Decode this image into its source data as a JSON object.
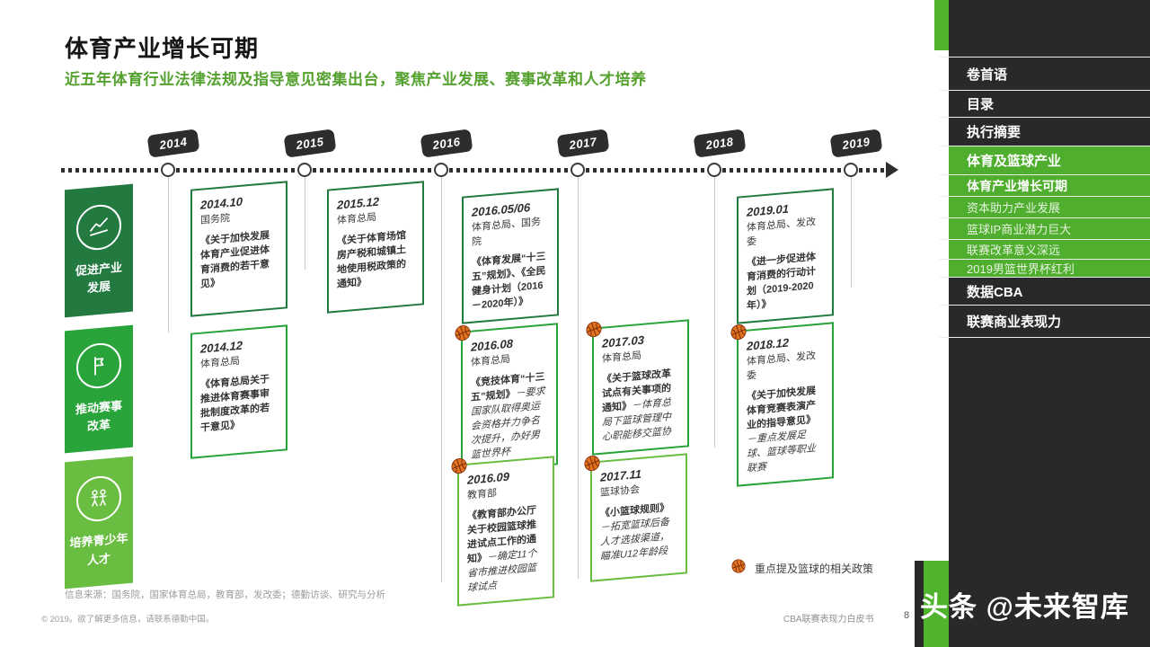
{
  "page": {
    "title": "体育产业增长可期",
    "subtitle": "近五年体育行业法律法规及指导意见密集出台，聚焦产业发展、赛事改革和人才培养"
  },
  "timeline": {
    "years": [
      "2014",
      "2015",
      "2016",
      "2017",
      "2018",
      "2019"
    ]
  },
  "categories": [
    {
      "label_lines": [
        "促进产业",
        "发展"
      ],
      "icon": "trend-chart-icon",
      "color": "#237a41"
    },
    {
      "label_lines": [
        "推动赛事",
        "改革"
      ],
      "icon": "flag-icon",
      "color": "#28a43a"
    },
    {
      "label_lines": [
        "培养青少年",
        "人才"
      ],
      "icon": "people-icon",
      "color": "#69bd40"
    }
  ],
  "cards": [
    {
      "date": "2014.10",
      "org": "国务院",
      "title": "《关于加快发展体育产业促进体育消费的若干意见》",
      "note": "",
      "basketball": false,
      "category": 0
    },
    {
      "date": "2015.12",
      "org": "体育总局",
      "title": "《关于体育场馆房产税和城镇土地使用税政策的通知》",
      "note": "",
      "basketball": false,
      "category": 0
    },
    {
      "date": "2016.05/06",
      "org": "体育总局、国务院",
      "title": "《体育发展“十三五”规划》、《全民健身计划（2016－2020年）》",
      "note": "",
      "basketball": false,
      "category": 0
    },
    {
      "date": "2019.01",
      "org": "体育总局、发改委",
      "title": "《进一步促进体育消费的行动计划（2019-2020年）》",
      "note": "",
      "basketball": false,
      "category": 0
    },
    {
      "date": "2014.12",
      "org": "体育总局",
      "title": "《体育总局关于推进体育赛事审批制度改革的若干意见》",
      "note": "",
      "basketball": false,
      "category": 1
    },
    {
      "date": "2016.08",
      "org": "体育总局",
      "title": "《竞技体育“十三五”规划》",
      "note": "－要求国家队取得奥运会资格并力争名次提升，办好男篮世界杯",
      "basketball": true,
      "category": 1
    },
    {
      "date": "2017.03",
      "org": "体育总局",
      "title": "《关于篮球改革试点有关事项的通知》",
      "note": "－体育总局下篮球管理中心职能移交篮协",
      "basketball": true,
      "category": 1
    },
    {
      "date": "2018.12",
      "org": "体育总局、发改委",
      "title": "《关于加快发展体育竞赛表演产业的指导意见》",
      "note": "－重点发展足球、篮球等职业联赛",
      "basketball": true,
      "category": 1
    },
    {
      "date": "2016.09",
      "org": "教育部",
      "title": "《教育部办公厅关于校园篮球推进试点工作的通知》",
      "note": "－确定11个省市推进校园篮球试点",
      "basketball": true,
      "category": 2
    },
    {
      "date": "2017.11",
      "org": "篮球协会",
      "title": "《小篮球规则》",
      "note": "－拓宽篮球后备人才选拔渠道，瞄准U12年龄段",
      "basketball": true,
      "category": 2
    }
  ],
  "legend": {
    "label": "重点提及篮球的相关政策",
    "icon": "basketball-icon"
  },
  "sidebar": {
    "items": [
      {
        "label": "卷首语",
        "variant": "dark",
        "active": false
      },
      {
        "label": "目录",
        "variant": "dark",
        "active": false
      },
      {
        "label": "执行摘要",
        "variant": "dark",
        "active": false
      },
      {
        "label": "体育及篮球产业",
        "variant": "green-strong",
        "active": false
      },
      {
        "label": "体育产业增长可期",
        "variant": "green-strong",
        "active": true
      },
      {
        "label": "资本助力产业发展",
        "variant": "green-sub",
        "active": false
      },
      {
        "label": "篮球IP商业潜力巨大",
        "variant": "green-sub",
        "active": false
      },
      {
        "label": "联赛改革意义深远",
        "variant": "green-sub",
        "active": false
      },
      {
        "label": "2019男篮世界杯红利",
        "variant": "green-sub",
        "active": false
      },
      {
        "label": "数据CBA",
        "variant": "dark",
        "active": false
      },
      {
        "label": "联赛商业表现力",
        "variant": "dark",
        "active": false
      }
    ]
  },
  "footer": {
    "source": "信息来源：国务院，国家体育总局，教育部，发改委；德勤访谈、研究与分析",
    "copyright": "© 2019。欲了解更多信息，请联系德勤中国。",
    "doc_title": "CBA联赛表现力白皮书",
    "page_number": "8"
  },
  "watermark": {
    "text": "头条 @未来智库"
  },
  "colors": {
    "accent_green": "#4fb32c",
    "sidebar_green": "#4fae2d",
    "sidebar_bg": "#29292b",
    "dark_green": "#237a41",
    "mid_green": "#28a43a",
    "light_green": "#69bd40",
    "subtitle_green": "#55a12f",
    "timeline_dark": "#2d2d2f",
    "basketball_orange": "#e2731f"
  }
}
